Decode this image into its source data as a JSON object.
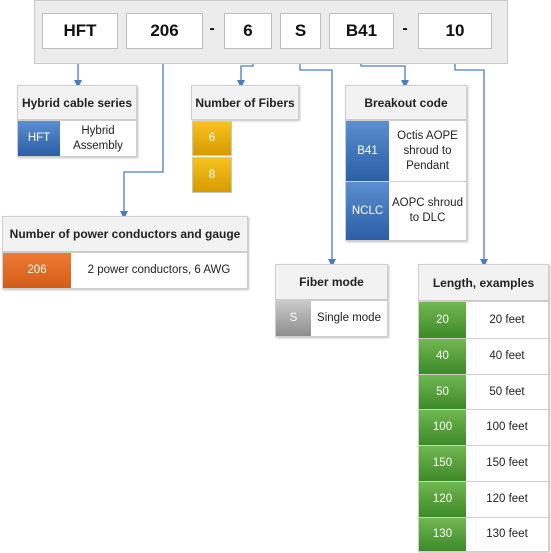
{
  "part_number": {
    "segments": [
      "HFT",
      "206",
      "6",
      "S",
      "B41",
      "10"
    ],
    "dash": "-"
  },
  "hybrid": {
    "title": "Hybrid cable series",
    "rows": [
      {
        "code": "HFT",
        "desc": "Hybrid Assembly"
      }
    ]
  },
  "fibers": {
    "title": "Number of Fibers",
    "rows": [
      "6",
      "8"
    ]
  },
  "breakout": {
    "title": "Breakout code",
    "rows": [
      {
        "code": "B41",
        "desc": "Octis AOPE shroud to Pendant"
      },
      {
        "code": "NCLC",
        "desc": "AOPC shroud to DLC"
      }
    ]
  },
  "power": {
    "title": "Number of power conductors and gauge",
    "rows": [
      {
        "code": "206",
        "desc": "2 power conductors, 6 AWG"
      }
    ]
  },
  "fiber_mode": {
    "title": "Fiber mode",
    "rows": [
      {
        "code": "S",
        "desc": "Single mode"
      }
    ]
  },
  "length": {
    "title": "Length, examples",
    "rows": [
      {
        "code": "20",
        "desc": "20 feet"
      },
      {
        "code": "40",
        "desc": "40 feet"
      },
      {
        "code": "50",
        "desc": "50 feet"
      },
      {
        "code": "100",
        "desc": "100 feet"
      },
      {
        "code": "150",
        "desc": "150 feet"
      },
      {
        "code": "120",
        "desc": "120 feet"
      },
      {
        "code": "130",
        "desc": "130 feet"
      }
    ]
  },
  "colors": {
    "connector": "#4a7cc0",
    "hybrid": "#2f65b0",
    "fibers": "#e3a90a",
    "power": "#e06a25",
    "mode": "#9a9a9a",
    "length": "#4c9a34"
  }
}
